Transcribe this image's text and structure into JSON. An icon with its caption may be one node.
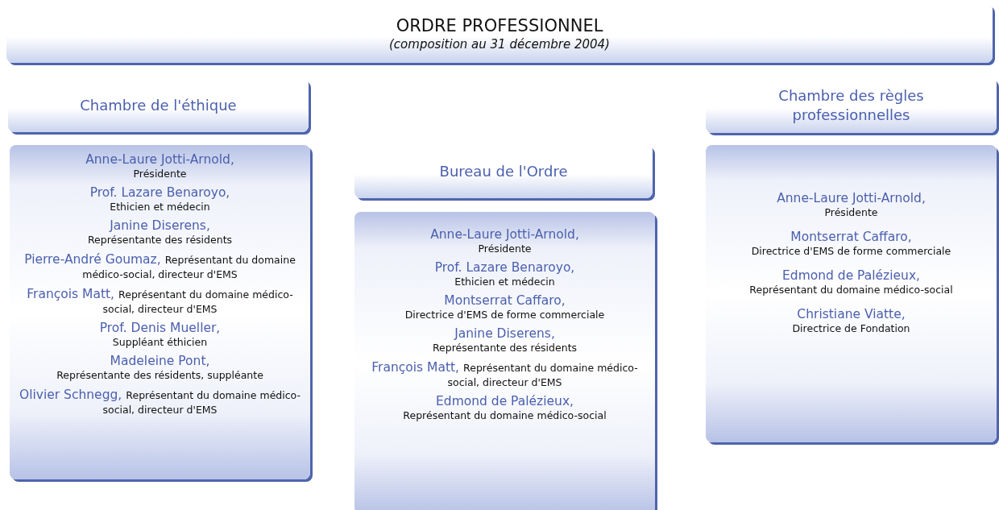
{
  "diagram": {
    "nodes": [
      {
        "text": [
          "ORDRE PROFESSIONNEL",
          "(composition au 31 décembre 2004)"
        ]
      },
      {
        "text": [
          "Chambre de l'éthique"
        ]
      },
      {
        "text": [
          "Anne-Laure Jotti-Arnold,",
          "Présidente",
          "Prof. Lazare Benaroyo,",
          "Ethicien et médecin",
          "Janine Diserens,",
          "Représentante des résidents",
          "Pierre-André Goumaz,",
          "Représentant du domaine médico-social, directeur d'EMS",
          "François Matt,",
          "Représentant du domaine médico-social, directeur d'EMS",
          "Prof. Denis Mueller,",
          "Suppléant éthicien",
          "Madeleine Pont,",
          "Représentante des résidents, suppléante",
          "Olivier Schnegg,",
          "Représentant du domaine médico-social, directeur d'EMS"
        ]
      },
      {
        "text": [
          "Bureau de l'Ordre"
        ]
      },
      {
        "text": [
          "Anne-Laure Jotti-Arnold,",
          "Présidente",
          "Prof. Lazare Benaroyo,",
          "Ethicien et médecin",
          "Montserrat Caffaro,",
          "Directrice d'EMS de forme commerciale",
          "Janine Diserens,",
          "Représentante des résidents",
          "François Matt,",
          "Représentant du domaine médico-social, directeur d'EMS",
          "Edmond de Palézieux,",
          "Représentant du domaine médico-social"
        ]
      },
      {
        "text": [
          "Chambre des règles professionnelles"
        ]
      },
      {
        "text": [
          "Anne-Laure Jotti-Arnold,",
          "Présidente",
          "Montserrat Caffaro,",
          "Directrice d'EMS de forme commerciale",
          "Edmond de Palézieux,",
          "Représentant du domaine médico-social",
          "Christiane Viatte,",
          "Directrice de Fondation"
        ]
      }
    ]
  }
}
